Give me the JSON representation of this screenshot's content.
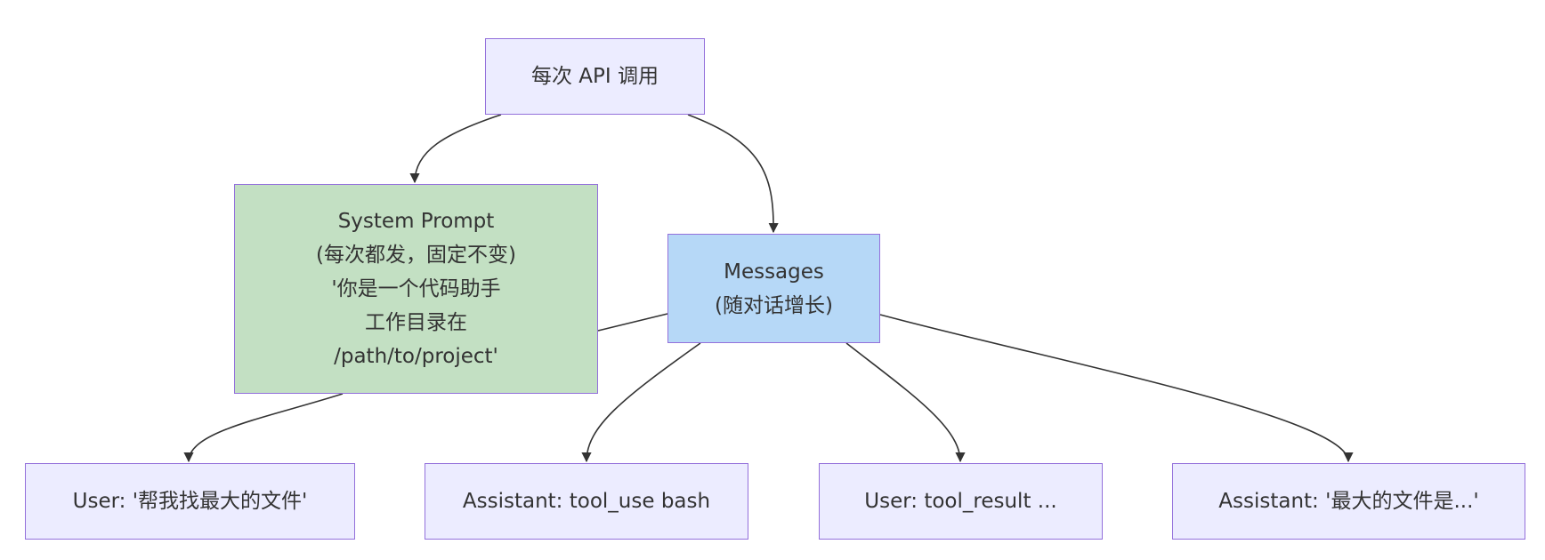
{
  "colors": {
    "node_fill": "#ECECFF",
    "node_border": "#9370DB",
    "system_fill": "#C3E0C3",
    "messages_fill": "#B6D8F7",
    "edge": "#333333",
    "text": "#333333"
  },
  "nodes": {
    "api_call": {
      "label": "每次 API 调用"
    },
    "system_prompt": {
      "lines": [
        "System Prompt",
        "(每次都发，固定不变)",
        "'你是一个代码助手",
        "工作目录在",
        "/path/to/project'"
      ]
    },
    "messages": {
      "lines": [
        "Messages",
        "(随对话增长)"
      ]
    },
    "user_1": {
      "label": "User: '帮我找最大的文件'"
    },
    "assistant_1": {
      "label": "Assistant: tool_use bash"
    },
    "user_2": {
      "label": "User: tool_result ..."
    },
    "assistant_2": {
      "label": "Assistant: '最大的文件是...'"
    }
  },
  "edges": [
    {
      "from": "api_call",
      "to": "system_prompt",
      "arrow": true
    },
    {
      "from": "api_call",
      "to": "messages",
      "arrow": true
    },
    {
      "from": "system_prompt",
      "to": "messages",
      "arrow": false
    },
    {
      "from": "system_prompt",
      "to": "user_1",
      "arrow": true
    },
    {
      "from": "messages",
      "to": "assistant_1",
      "arrow": true
    },
    {
      "from": "messages",
      "to": "user_2",
      "arrow": true
    },
    {
      "from": "messages",
      "to": "assistant_2",
      "arrow": true
    }
  ]
}
